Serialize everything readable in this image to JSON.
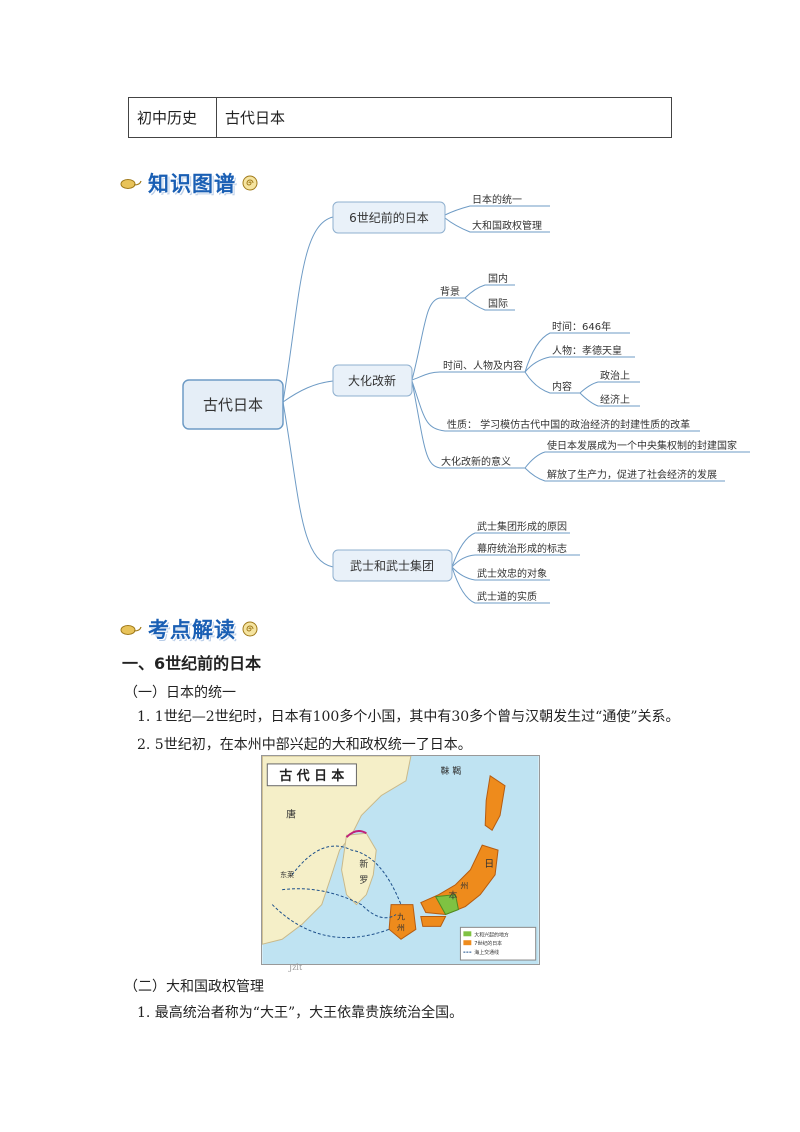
{
  "header": {
    "subject": "初中历史",
    "topic": "古代日本"
  },
  "sections": {
    "knowledge_map": "知识图谱",
    "key_points": "考点解读"
  },
  "mindmap": {
    "root": "古代日本",
    "branch1": {
      "label": "6世纪前的日本",
      "children": [
        "日本的统一",
        "大和国政权管理"
      ]
    },
    "branch2": {
      "label": "大化改新",
      "background": {
        "label": "背景",
        "children": [
          "国内",
          "国际"
        ]
      },
      "time_people": {
        "label": "时间、人物及内容",
        "time": "时间：646年",
        "people": "人物：孝德天皇",
        "content": {
          "label": "内容",
          "children": [
            "政治上",
            "经济上"
          ]
        }
      },
      "nature": "性质： 学习模仿古代中国的政治经济的封建性质的改革",
      "significance": {
        "label": "大化改新的意义",
        "children": [
          "使日本发展成为一个中央集权制的封建国家",
          "解放了生产力，促进了社会经济的发展"
        ]
      }
    },
    "branch3": {
      "label": "武士和武士集团",
      "children": [
        "武士集团形成的原因",
        "幕府统治形成的标志",
        "武士效忠的对象",
        "武士道的实质"
      ]
    }
  },
  "content": {
    "h1": "一、6世纪前的日本",
    "sub1": "（一）日本的统一",
    "item1": "1. 1世纪—2世纪时，日本有100多个小国，其中有30多个曾与汉朝发生过“通使”关系。",
    "item2": "2. 5世纪初，在本州中部兴起的大和政权统一了日本。",
    "sub2": "（二）大和国政权管理",
    "item3": "1. 最高统治者称为“大王”，大王依靠贵族统治全国。"
  },
  "map": {
    "title": "古 代 日 本",
    "labels": {
      "tang": "唐",
      "mohe": "靺 鞨",
      "silla": "新",
      "luo": "罗",
      "ri": "日",
      "ben": "本",
      "zhou": "州",
      "jiu": "九",
      "jiu2": "州",
      "east": "东莱"
    },
    "legend": [
      "大和兴起的地方",
      "7世纪的日本",
      "海上交通线"
    ],
    "colors": {
      "sea": "#bfe3f2",
      "land": "#f5efc8",
      "japan": "#ee8b1c",
      "yamato": "#7fc242",
      "route": "#1c4f8a"
    }
  },
  "watermark": "Jzlt"
}
